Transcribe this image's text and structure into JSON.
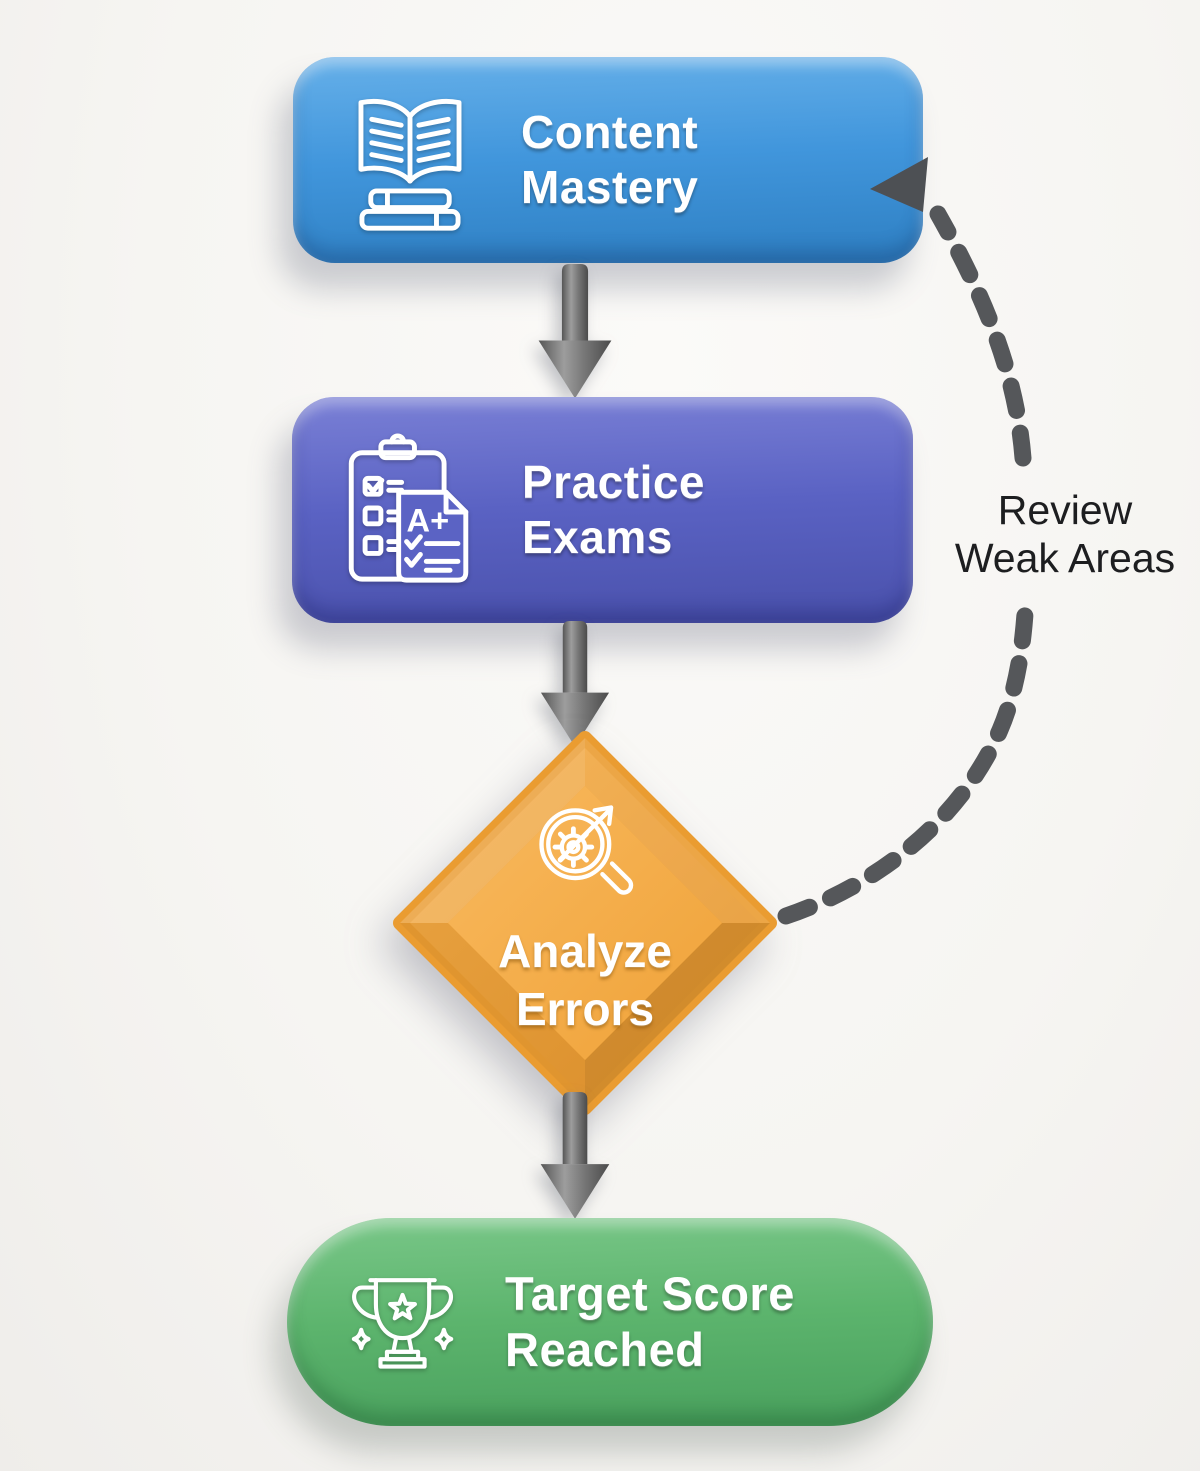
{
  "diagram": {
    "nodes": [
      {
        "id": "content-mastery",
        "label": "Content Mastery",
        "shape": "rounded-rectangle",
        "color": "#4196dc",
        "icon": "open-book-stack-icon"
      },
      {
        "id": "practice-exams",
        "label": "Practice Exams",
        "shape": "rounded-rectangle",
        "color": "#5a62c3",
        "icon": "clipboard-exam-icon",
        "icon_text": "A+"
      },
      {
        "id": "analyze-errors",
        "label": "Analyze Errors",
        "shape": "diamond",
        "color": "#f2a43e",
        "icon": "magnifier-gear-icon"
      },
      {
        "id": "target-score-reached",
        "label": "Target Score Reached",
        "shape": "pill",
        "color": "#5cb46d",
        "icon": "trophy-icon"
      }
    ],
    "edges": [
      {
        "from": "content-mastery",
        "to": "practice-exams",
        "type": "solid-arrow-down",
        "color": "#6e6e6e"
      },
      {
        "from": "practice-exams",
        "to": "analyze-errors",
        "type": "solid-arrow-down",
        "color": "#6e6e6e"
      },
      {
        "from": "analyze-errors",
        "to": "target-score-reached",
        "type": "solid-arrow-down",
        "color": "#6e6e6e"
      },
      {
        "from": "analyze-errors",
        "to": "content-mastery",
        "type": "dashed-curved-arrow",
        "color": "#55575a",
        "label": "Review Weak Areas",
        "label_lines": [
          "Review",
          "Weak Areas"
        ]
      }
    ]
  }
}
